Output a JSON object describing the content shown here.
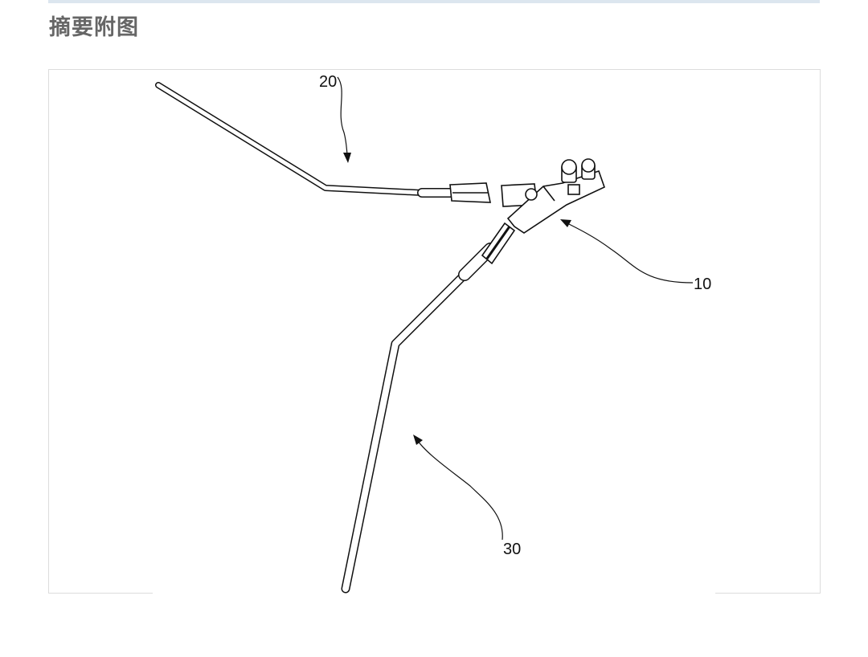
{
  "header": {
    "title": "摘要附图"
  },
  "figure": {
    "labels": {
      "main_body": "10",
      "upper_arm": "20",
      "lower_arm": "30"
    }
  }
}
